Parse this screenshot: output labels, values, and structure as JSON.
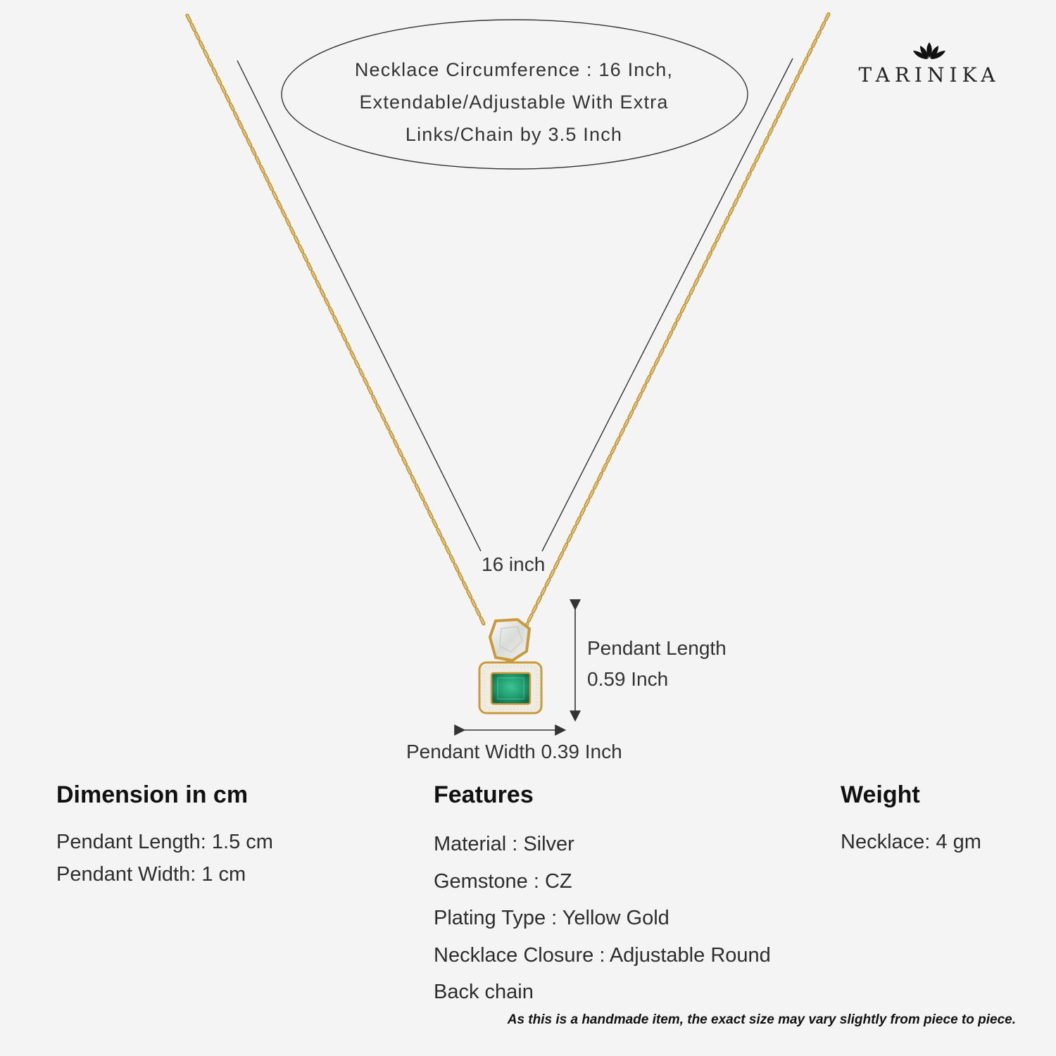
{
  "brand": {
    "name": "TARINIKA",
    "icon": "lotus-icon"
  },
  "circumference_note": "Necklace Circumference : 16 Inch, Extendable/Adjustable With Extra Links/Chain by 3.5 Inch",
  "dimension_labels": {
    "chain_length": "16 inch",
    "pendant_length_title": "Pendant Length",
    "pendant_length_value": "0.59 Inch",
    "pendant_width": "Pendant Width 0.39 Inch"
  },
  "sections": {
    "dimension": {
      "heading": "Dimension in cm",
      "items": [
        "Pendant Length: 1.5 cm",
        "Pendant Width: 1 cm"
      ]
    },
    "features": {
      "heading": "Features",
      "items": [
        "Material : Silver",
        "Gemstone : CZ",
        "Plating Type : Yellow Gold",
        "Necklace Closure : Adjustable Round",
        "Back chain"
      ]
    },
    "weight": {
      "heading": "Weight",
      "items": [
        "Necklace: 4 gm"
      ]
    }
  },
  "disclaimer": "As this is a handmade item, the exact size may vary slightly from piece to piece.",
  "colors": {
    "background": "#f4f4f4",
    "chain_gold": "#d4a94a",
    "emerald": "#1f9a6e",
    "text": "#2b2b2b"
  }
}
